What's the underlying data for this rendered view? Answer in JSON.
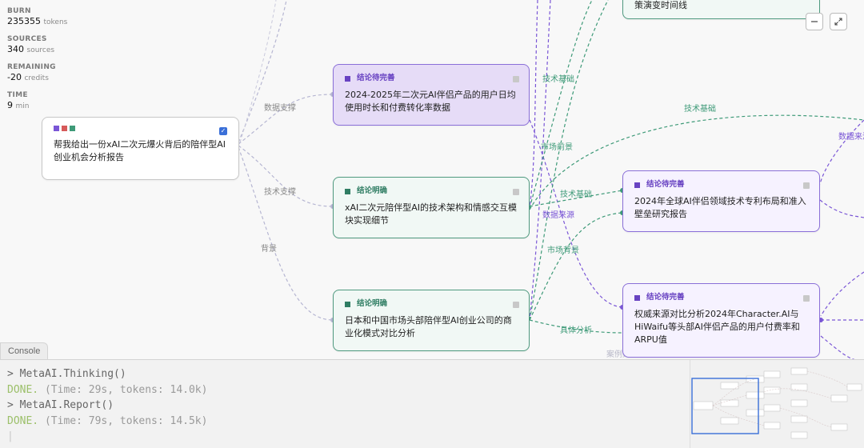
{
  "stats": {
    "burn": {
      "label": "BURN",
      "value": "235355",
      "unit": "tokens"
    },
    "sources": {
      "label": "SOURCES",
      "value": "340",
      "unit": "sources"
    },
    "remaining": {
      "label": "REMAINING",
      "value": "-20",
      "unit": "credits"
    },
    "time": {
      "label": "TIME",
      "value": "9",
      "unit": "min"
    }
  },
  "root_node": {
    "text": "帮我给出一份xAI二次元爆火背后的陪伴型AI创业机会分析报告"
  },
  "nodes": [
    {
      "status": "结论待完善",
      "text": "2024-2025年二次元AI伴侣产品的用户日均使用时长和付费转化率数据"
    },
    {
      "status": "结论明确",
      "text": "xAI二次元陪伴型AI的技术架构和情感交互模块实现细节"
    },
    {
      "status": "结论明确",
      "text": "日本和中国市场头部陪伴型AI创业公司的商业化模式对比分析"
    },
    {
      "status": "结论待完善",
      "text": "2024年全球AI伴侣领域技术专利布局和准入壁垒研究报告"
    },
    {
      "status": "结论待完善",
      "text": "权威来源对比分析2024年Character.AI与HiWaifu等头部AI伴侣产品的用户付费率和ARPU值"
    },
    {
      "status": "",
      "text": "策演变时间线"
    }
  ],
  "edge_labels": {
    "data_support": "数据支撑",
    "tech_support": "技术支撑",
    "background": "背景",
    "tech_base_1": "技术基础",
    "tech_base_2": "技术基础",
    "tech_base_3": "技术基础",
    "market_outlook": "市场前景",
    "data_source_1": "数据来源",
    "data_source_2": "数据来源",
    "market_background": "市场背景",
    "specific_analysis": "具体分析",
    "case_data": "案例数据"
  },
  "console": {
    "tab_label": "Console",
    "lines": [
      {
        "prompt": ">",
        "text": "MetaAI.Thinking()"
      },
      {
        "status": "DONE.",
        "detail": "(Time: 29s, tokens: 14.0k)"
      },
      {
        "prompt": ">",
        "text": "MetaAI.Report()"
      },
      {
        "status": "DONE.",
        "detail": "(Time: 79s, tokens: 14.5k)"
      }
    ],
    "cursor": "|"
  },
  "colors": {
    "purple": "#6842c2",
    "green": "#2f7d63",
    "edge_gray": "#a9a9c9",
    "edge_green": "#3e9a78",
    "edge_purple": "#7a56d6",
    "done": "#9cc06a"
  }
}
